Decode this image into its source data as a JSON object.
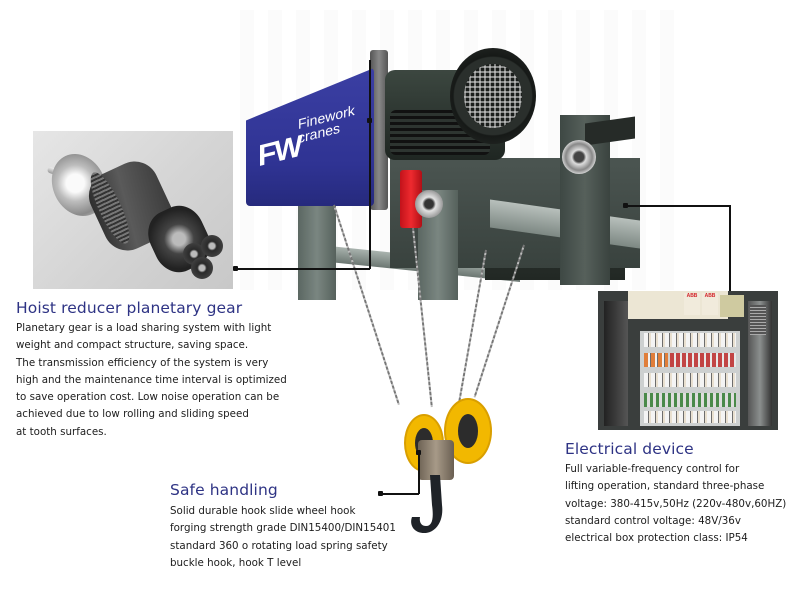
{
  "brand": {
    "logo_mark": "FW",
    "brand_line_1": "Finework",
    "brand_line_2": "cranes",
    "cover_color": "#2f3393"
  },
  "colors": {
    "heading": "#2e3384",
    "body": "#1d1d1d",
    "hook_yellow": "#f2b800",
    "bracket_red": "#e3202a",
    "connector": "#111111"
  },
  "callouts": {
    "gear": {
      "title": "Hoist reducer planetary gear",
      "lines": [
        "Planetary gear is a load sharing system with light",
        "weight and compact structure, saving space.",
        "The transmission efficiency of the system is very",
        "high and the maintenance time interval is optimized",
        "to save operation cost. Low noise operation can be",
        "achieved due to low rolling and sliding speed",
        "at tooth surfaces."
      ],
      "image": "planetary-gear-photo"
    },
    "handling": {
      "title": "Safe handling",
      "lines": [
        "Solid durable hook slide wheel hook",
        "forging strength grade DIN15400/DIN15401",
        "standard 360 o rotating load spring safety",
        "buckle hook, hook T level"
      ],
      "image": "hook-block"
    },
    "electrical": {
      "title": "Electrical device",
      "lines": [
        "Full variable-frequency control for",
        "lifting operation, standard three-phase",
        "voltage: 380-415v,50Hz (220v-480v,60HZ)",
        "standard control voltage: 48V/36v",
        "electrical box protection class: IP54"
      ],
      "image": "control-cabinet-photo",
      "cabinet_labels": [
        "ABB",
        "ABB"
      ]
    }
  }
}
